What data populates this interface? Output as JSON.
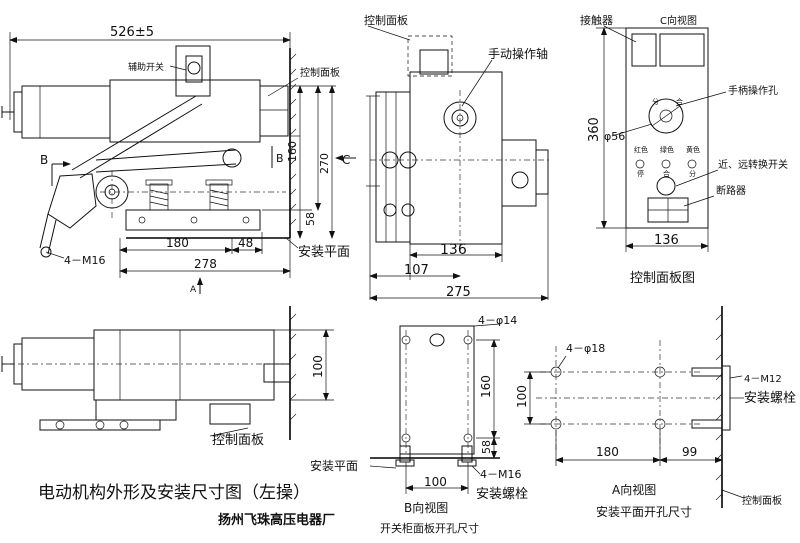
{
  "title": "电动机构外形及安装尺寸图（左操）",
  "manufacturer": "扬州飞珠高压电器厂",
  "front_view": {
    "width_dim": "526±5",
    "aux_switch": "辅助开关",
    "control_panel": "控制面板",
    "mount_plane": "安装平面",
    "bolt_spec": "4－M16",
    "dim_180": "180",
    "dim_48": "48",
    "dim_278": "278",
    "dim_160": "160",
    "dim_270": "270",
    "dim_58": "58",
    "arrow_b": "B",
    "arrow_b2": "B",
    "arrow_c": "C",
    "arrow_a": "A"
  },
  "side_view": {
    "control_panel": "控制面板",
    "manual_shaft": "手动操作轴",
    "dim_136": "136",
    "dim_107": "107",
    "dim_275": "275"
  },
  "panel_view": {
    "contactor": "接触器",
    "c_view": "C向视图",
    "handle_hole": "手柄操作孔",
    "dim_56": "φ56",
    "dim_360": "360",
    "red": "红色",
    "green": "绿色",
    "yellow": "黄色",
    "stop": "停",
    "close": "合",
    "open": "分",
    "sw_open": "分",
    "sw_close": "合",
    "local_remote": "近、远转换开关",
    "breaker": "断路器",
    "dim_136": "136",
    "caption": "控制面板图"
  },
  "bottom_view": {
    "dim_100": "100",
    "control_panel": "控制面板"
  },
  "b_view": {
    "holes": "4－φ14",
    "dim_160": "160",
    "dim_58": "58",
    "dim_100": "100",
    "mount_plane": "安装平面",
    "bolt_spec": "4－M16",
    "mount_bolt": "安装螺栓",
    "label": "B向视图",
    "caption": "开关柜面板开孔尺寸"
  },
  "a_view": {
    "holes": "4－φ18",
    "dim_100": "100",
    "dim_180": "180",
    "dim_99": "99",
    "bolt_spec": "4－M12",
    "mount_bolt": "安装螺栓",
    "label": "A向视图",
    "caption": "安装平面开孔尺寸",
    "control_panel": "控制面板"
  }
}
